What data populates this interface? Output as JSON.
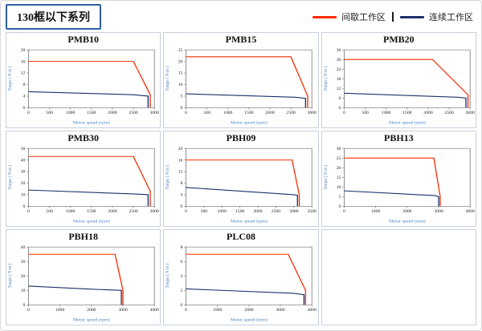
{
  "header": {
    "title": "130框以下系列"
  },
  "legend": {
    "items": [
      {
        "label": "间歇工作区",
        "color": "#fb2b00"
      },
      {
        "label": "连续工作区",
        "color": "#1c2f6b"
      }
    ]
  },
  "chart_data": [
    {
      "type": "line",
      "title": "PMB10",
      "xlabel": "Motor speed (rpm)",
      "ylabel": "Torque ( N·m )",
      "xlim": [
        0,
        3000
      ],
      "ylim": [
        0,
        20
      ],
      "xticks": [
        0,
        500,
        1000,
        1500,
        2000,
        2500,
        3000
      ],
      "yticks": [
        0,
        4,
        8,
        12,
        16,
        20
      ],
      "grid": false,
      "series": [
        {
          "name": "间歇工作区",
          "color": "#fb2b00",
          "points": [
            [
              0,
              16
            ],
            [
              2500,
              16
            ],
            [
              2900,
              4.5
            ],
            [
              2900,
              0
            ]
          ]
        },
        {
          "name": "连续工作区",
          "color": "#1c2f6b",
          "points": [
            [
              0,
              5.5
            ],
            [
              2500,
              4.5
            ],
            [
              2850,
              4
            ],
            [
              2850,
              0
            ]
          ]
        }
      ]
    },
    {
      "type": "line",
      "title": "PMB15",
      "xlabel": "Motor speed (rpm)",
      "ylabel": "Torque ( N·m )",
      "xlim": [
        0,
        3000
      ],
      "ylim": [
        0,
        25
      ],
      "xticks": [
        0,
        500,
        1000,
        1500,
        2000,
        2500,
        3000
      ],
      "yticks": [
        0,
        5,
        10,
        15,
        20,
        25
      ],
      "grid": false,
      "series": [
        {
          "name": "间歇工作区",
          "color": "#fb2b00",
          "points": [
            [
              0,
              22
            ],
            [
              2500,
              22
            ],
            [
              2900,
              5
            ],
            [
              2900,
              0
            ]
          ]
        },
        {
          "name": "连续工作区",
          "color": "#1c2f6b",
          "points": [
            [
              0,
              6
            ],
            [
              2600,
              4.5
            ],
            [
              2850,
              4
            ],
            [
              2850,
              0
            ]
          ]
        }
      ]
    },
    {
      "type": "line",
      "title": "PMB20",
      "xlabel": "Motor speed (rpm)",
      "ylabel": "Torque ( N·m )",
      "xlim": [
        0,
        3000
      ],
      "ylim": [
        0,
        36
      ],
      "xticks": [
        0,
        500,
        1000,
        1500,
        2000,
        2500,
        3000
      ],
      "yticks": [
        0,
        6,
        12,
        18,
        24,
        30,
        36
      ],
      "grid": false,
      "series": [
        {
          "name": "间歇工作区",
          "color": "#fb2b00",
          "points": [
            [
              0,
              30
            ],
            [
              2100,
              30
            ],
            [
              2950,
              8
            ],
            [
              2950,
              0
            ]
          ]
        },
        {
          "name": "连续工作区",
          "color": "#1c2f6b",
          "points": [
            [
              0,
              9
            ],
            [
              2700,
              6.5
            ],
            [
              2900,
              6
            ],
            [
              2900,
              0
            ]
          ]
        }
      ]
    },
    {
      "type": "line",
      "title": "PMB30",
      "xlabel": "Motor speed (rpm)",
      "ylabel": "Torque ( N·m )",
      "xlim": [
        0,
        3000
      ],
      "ylim": [
        0,
        50
      ],
      "xticks": [
        0,
        500,
        1000,
        1500,
        2000,
        2500,
        3000
      ],
      "yticks": [
        0,
        10,
        20,
        30,
        40,
        50
      ],
      "grid": false,
      "series": [
        {
          "name": "间歇工作区",
          "color": "#fb2b00",
          "points": [
            [
              0,
              43
            ],
            [
              2500,
              43
            ],
            [
              2900,
              13
            ],
            [
              2900,
              0
            ]
          ]
        },
        {
          "name": "连续工作区",
          "color": "#1c2f6b",
          "points": [
            [
              0,
              14
            ],
            [
              2600,
              10.5
            ],
            [
              2850,
              10
            ],
            [
              2850,
              0
            ]
          ]
        }
      ]
    },
    {
      "type": "line",
      "title": "PBH09",
      "xlabel": "Motor speed (rpm)",
      "ylabel": "Torque ( N·m )",
      "xlim": [
        0,
        3500
      ],
      "ylim": [
        0,
        20
      ],
      "xticks": [
        0,
        500,
        1000,
        1500,
        2000,
        2500,
        3000,
        3500
      ],
      "yticks": [
        0,
        4,
        8,
        12,
        16,
        20
      ],
      "grid": false,
      "series": [
        {
          "name": "间歇工作区",
          "color": "#fb2b00",
          "points": [
            [
              0,
              16
            ],
            [
              2950,
              16
            ],
            [
              3150,
              4
            ],
            [
              3150,
              0
            ]
          ]
        },
        {
          "name": "连续工作区",
          "color": "#1c2f6b",
          "points": [
            [
              0,
              6.5
            ],
            [
              3000,
              4
            ],
            [
              3100,
              3.8
            ],
            [
              3100,
              0
            ]
          ]
        }
      ]
    },
    {
      "type": "line",
      "title": "PBH13",
      "xlabel": "Motor speed (rpm)",
      "ylabel": "Torque ( N·m )",
      "xlim": [
        0,
        4000
      ],
      "ylim": [
        0,
        30
      ],
      "xticks": [
        0,
        1000,
        2000,
        3000,
        4000
      ],
      "yticks": [
        0,
        5,
        10,
        15,
        20,
        25,
        30
      ],
      "grid": false,
      "series": [
        {
          "name": "间歇工作区",
          "color": "#fb2b00",
          "points": [
            [
              0,
              25
            ],
            [
              2850,
              25
            ],
            [
              3050,
              5
            ],
            [
              3050,
              0
            ]
          ]
        },
        {
          "name": "连续工作区",
          "color": "#1c2f6b",
          "points": [
            [
              0,
              8
            ],
            [
              2900,
              5.5
            ],
            [
              3000,
              5
            ],
            [
              3000,
              0
            ]
          ]
        }
      ]
    },
    {
      "type": "line",
      "title": "PBH18",
      "xlabel": "Motor speed (rpm)",
      "ylabel": "Torque ( N·m )",
      "xlim": [
        0,
        4000
      ],
      "ylim": [
        0,
        40
      ],
      "xticks": [
        0,
        1000,
        2000,
        3000,
        4000
      ],
      "yticks": [
        0,
        10,
        20,
        30,
        40
      ],
      "grid": false,
      "series": [
        {
          "name": "间歇工作区",
          "color": "#fb2b00",
          "points": [
            [
              0,
              35
            ],
            [
              2750,
              35
            ],
            [
              3000,
              10
            ],
            [
              3000,
              0
            ]
          ]
        },
        {
          "name": "连续工作区",
          "color": "#1c2f6b",
          "points": [
            [
              0,
              13
            ],
            [
              1800,
              11
            ],
            [
              2950,
              10
            ],
            [
              2950,
              0
            ]
          ]
        }
      ]
    },
    {
      "type": "line",
      "title": "PLC08",
      "xlabel": "Motor speed (rpm)",
      "ylabel": "Torque ( N·m )",
      "xlim": [
        0,
        4000
      ],
      "ylim": [
        0,
        8
      ],
      "xticks": [
        0,
        1000,
        2000,
        3000,
        4000
      ],
      "yticks": [
        0,
        2,
        4,
        6,
        8
      ],
      "grid": false,
      "series": [
        {
          "name": "间歇工作区",
          "color": "#fb2b00",
          "points": [
            [
              0,
              7
            ],
            [
              3250,
              7
            ],
            [
              3800,
              2
            ],
            [
              3800,
              0
            ]
          ]
        },
        {
          "name": "连续工作区",
          "color": "#1c2f6b",
          "points": [
            [
              0,
              2.2
            ],
            [
              3400,
              1.6
            ],
            [
              3750,
              1.4
            ],
            [
              3750,
              0
            ]
          ]
        }
      ]
    }
  ]
}
